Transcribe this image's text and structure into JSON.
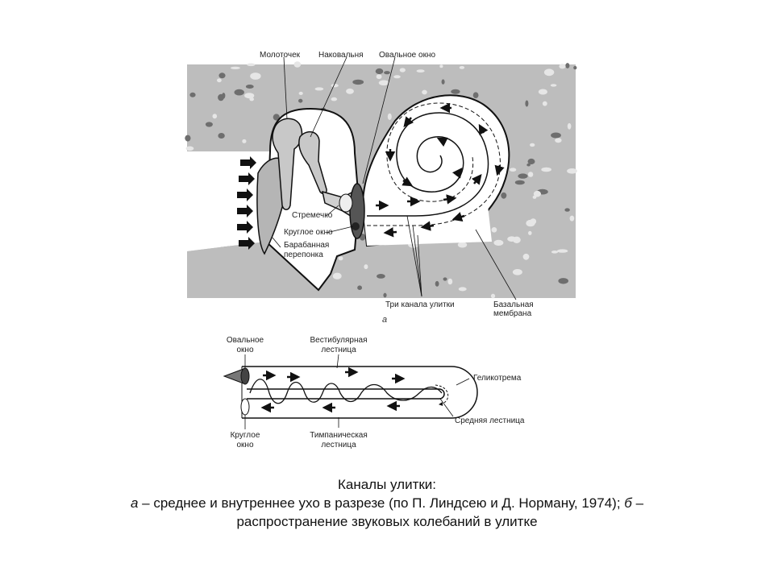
{
  "figure_a": {
    "letter": "а",
    "labels": {
      "malleus": "Молоточек",
      "incus": "Наковальня",
      "oval_window": "Овальное окно",
      "stapes": "Стремечко",
      "round_window": "Круглое окно",
      "eardrum_line1": "Барабанная",
      "eardrum_line2": "перепонка",
      "three_channels": "Три канала улитки",
      "basilar_line1": "Базальная",
      "basilar_line2": "мембрана"
    }
  },
  "figure_b": {
    "labels": {
      "oval_line1": "Овальное",
      "oval_line2": "окно",
      "vestibular_line1": "Вестибулярная",
      "vestibular_line2": "лестница",
      "helicotrema": "Геликотрема",
      "middle_scala": "Средняя лестница",
      "round_line1": "Круглое",
      "round_line2": "окно",
      "tympanic_line1": "Тимпаническая",
      "tympanic_line2": "лестница"
    }
  },
  "caption": {
    "title": "Каналы улитки:",
    "line2_letter": "а",
    "line2_text": " – среднее и внутреннее ухо в разрезе (по П. Линдсею и Д. Норману, 1974); ",
    "line2_letter_b": "б",
    "line2_end": " –",
    "line3": "распространение звуковых колебаний в улитке"
  }
}
